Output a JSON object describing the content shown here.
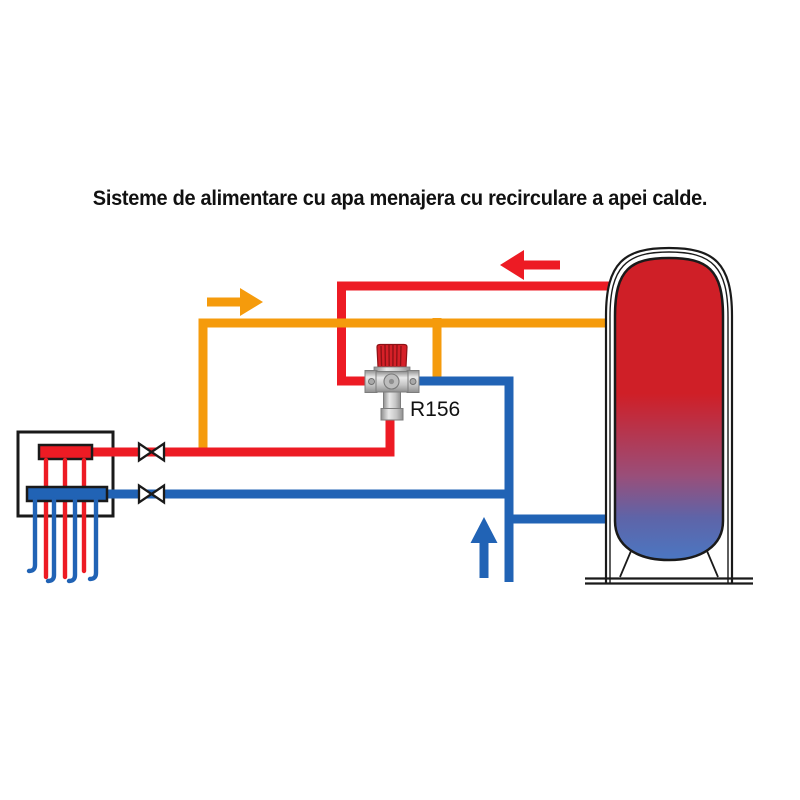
{
  "title": "Sisteme de alimentare cu apa menajera cu recirculare a apei calde.",
  "diagram": {
    "valve_label": "R156",
    "components": [
      "hot-water-storage-tank",
      "thermostatic-mixing-valve",
      "distribution-manifold",
      "shutoff-valve-on-hot-line",
      "shutoff-valve-on-cold-line"
    ],
    "flow_arrows": {
      "hot_water": {
        "direction": "left",
        "color_role": "hot"
      },
      "recirculation": {
        "direction": "right",
        "color_role": "recirculation"
      },
      "cold_supply": {
        "direction": "up",
        "color_role": "cold"
      }
    }
  },
  "colors": {
    "hot": "#ED1B24",
    "cold": "#2163B5",
    "recirculation": "#F59B0C",
    "outline": "#1A1A1A",
    "background": "#FFFFFF",
    "tank_top": "#CF1F27",
    "tank_mid_1": "#9A4E79",
    "tank_mid_2": "#5E64A8",
    "tank_bottom": "#4B77C2",
    "valve_body": "#C6C6C6",
    "valve_body_light": "#E9E9E9",
    "valve_body_dark": "#8F8F8F",
    "valve_knob": "#D62028",
    "valve_knob_dark": "#8E1216"
  }
}
